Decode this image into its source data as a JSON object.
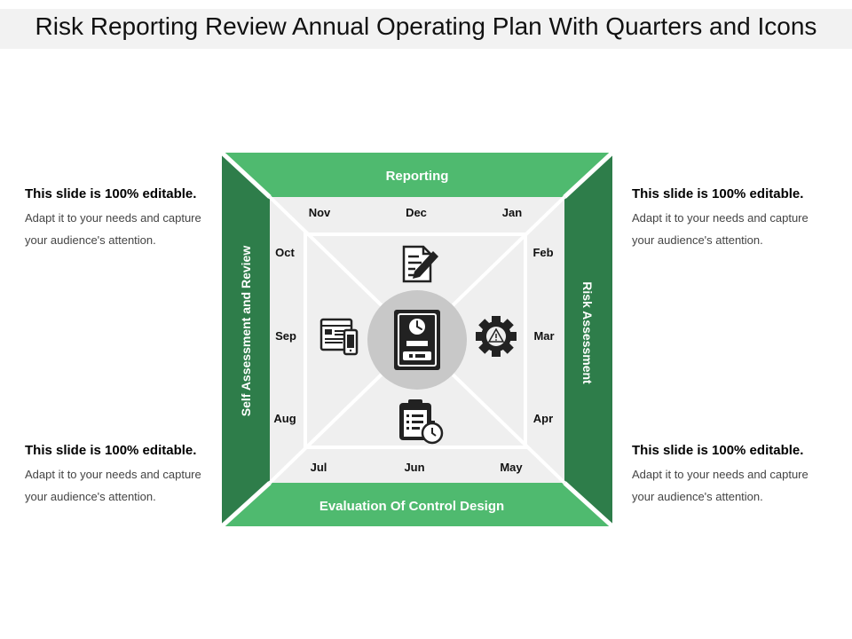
{
  "title": "Risk Reporting Review Annual Operating Plan With Quarters and Icons",
  "colors": {
    "light_green": "#4fba6f",
    "dark_green": "#2e7d4a",
    "panel": "#efefef",
    "circle": "#c8c8c8",
    "icon": "#222222"
  },
  "sections": {
    "top": "Reporting",
    "right": "Risk Assessment",
    "bottom": "Evaluation Of Control Design",
    "left": "Self Assessment and Review"
  },
  "months": {
    "jan": "Jan",
    "feb": "Feb",
    "mar": "Mar",
    "apr": "Apr",
    "may": "May",
    "jun": "Jun",
    "jul": "Jul",
    "aug": "Aug",
    "sep": "Sep",
    "oct": "Oct",
    "nov": "Nov",
    "dec": "Dec"
  },
  "notes": [
    {
      "heading": "This slide is 100% editable.",
      "line1": "Adapt it to your needs and capture",
      "line2": "your audience's attention."
    },
    {
      "heading": "This slide is 100% editable.",
      "line1": "Adapt it to your needs and capture",
      "line2": "your audience's attention."
    },
    {
      "heading": "This slide is 100% editable.",
      "line1": "Adapt it to your needs and capture",
      "line2": "your audience's attention."
    },
    {
      "heading": "This slide is 100% editable.",
      "line1": "Adapt it to your needs and capture",
      "line2": "your audience's attention."
    }
  ],
  "icons": {
    "top": "document-edit-icon",
    "right": "gear-warning-icon",
    "bottom": "clipboard-stopwatch-icon",
    "left": "web-devices-icon",
    "center": "clock-badge-icon"
  }
}
